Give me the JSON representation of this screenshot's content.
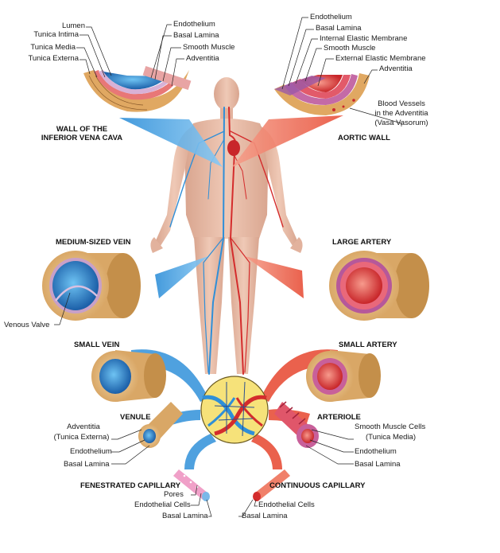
{
  "headings": {
    "ivc_line1": "WALL OF THE",
    "ivc_line2": "INFERIOR VENA CAVA",
    "aortic": "AORTIC WALL",
    "medium_vein": "MEDIUM-SIZED VEIN",
    "large_artery": "LARGE ARTERY",
    "small_vein": "SMALL VEIN",
    "small_artery": "SMALL ARTERY",
    "venule": "VENULE",
    "arteriole": "ARTERIOLE",
    "fenestrated": "FENESTRATED CAPILLARY",
    "continuous": "CONTINUOUS CAPILLARY"
  },
  "labels": {
    "ivc_lumen": "Lumen",
    "ivc_intima": "Tunica Intima",
    "ivc_media": "Tunica Media",
    "ivc_externa": "Tunica Externa",
    "ivc_endothelium": "Endothelium",
    "ivc_basal": "Basal Lamina",
    "ivc_smooth": "Smooth Muscle",
    "ivc_adventitia": "Adventitia",
    "ao_endothelium": "Endothelium",
    "ao_basal": "Basal Lamina",
    "ao_iem": "Internal Elastic Membrane",
    "ao_smooth": "Smooth Muscle",
    "ao_eem": "External Elastic Membrane",
    "ao_adventitia": "Adventitia",
    "ao_bv1": "Blood Vessels",
    "ao_bv2": "in the Adventitia",
    "ao_bv3": "(Vasa Vasorum)",
    "venous_valve": "Venous Valve",
    "venule_adv1": "Adventitia",
    "venule_adv2": "(Tunica Externa)",
    "venule_endo": "Endothelium",
    "venule_basal": "Basal Lamina",
    "art_smc1": "Smooth Muscle Cells",
    "art_smc2": "(Tunica Media)",
    "art_endo": "Endothelium",
    "art_basal": "Basal Lamina",
    "fen_pores": "Pores",
    "fen_cells": "Endothelial Cells",
    "fen_basal": "Basal Lamina",
    "con_cells": "Endothelial Cells",
    "con_basal": "Basal Lamina"
  },
  "colors": {
    "vein": "#2f8fd8",
    "artery": "#e8503a",
    "skin": "#e6b9a4",
    "tissue": "#e9c48e",
    "capillary_bed": "#f6e27a"
  }
}
